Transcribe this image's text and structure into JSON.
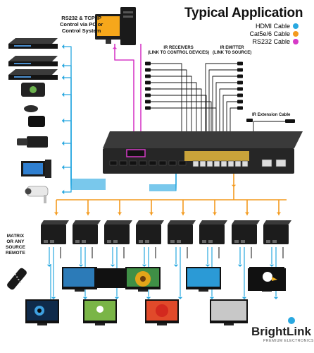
{
  "title": "Typical Application",
  "legend": [
    {
      "label": "HDMI Cable",
      "color": "#29a8e0"
    },
    {
      "label": "Cat5e/6 Cable",
      "color": "#f39a1e"
    },
    {
      "label": "RS232 Cable",
      "color": "#d63ac7"
    }
  ],
  "control_note": "RS232 & TCP/IP\nControl via PC or\nControl System",
  "ir_receivers_label": "IR RECEIVERS\n(LINK TO CONTROL DEVICES)",
  "ir_emitter_label": "IR EMITTER\n(LINK TO SOURCE)",
  "ir_extension_label": "IR Extension Cable",
  "matrix_remote_label": "MATRIX\nOR ANY\nSOURCE\nREMOTE",
  "brand": {
    "name": "BrightLink",
    "tagline": "PREMIUM ELECTRONICS"
  },
  "sources": [
    "blu-ray-player",
    "blu-ray-player",
    "blu-ray-player",
    "game-console",
    "apple-tv",
    "video-camera",
    "desktop-pc",
    "security-camera"
  ],
  "receiver_count": 8,
  "colors": {
    "hdmi": "#29a8e0",
    "cat": "#f39a1e",
    "rs232": "#d63ac7",
    "ir": "#111111",
    "device": "#2a2a2a"
  }
}
